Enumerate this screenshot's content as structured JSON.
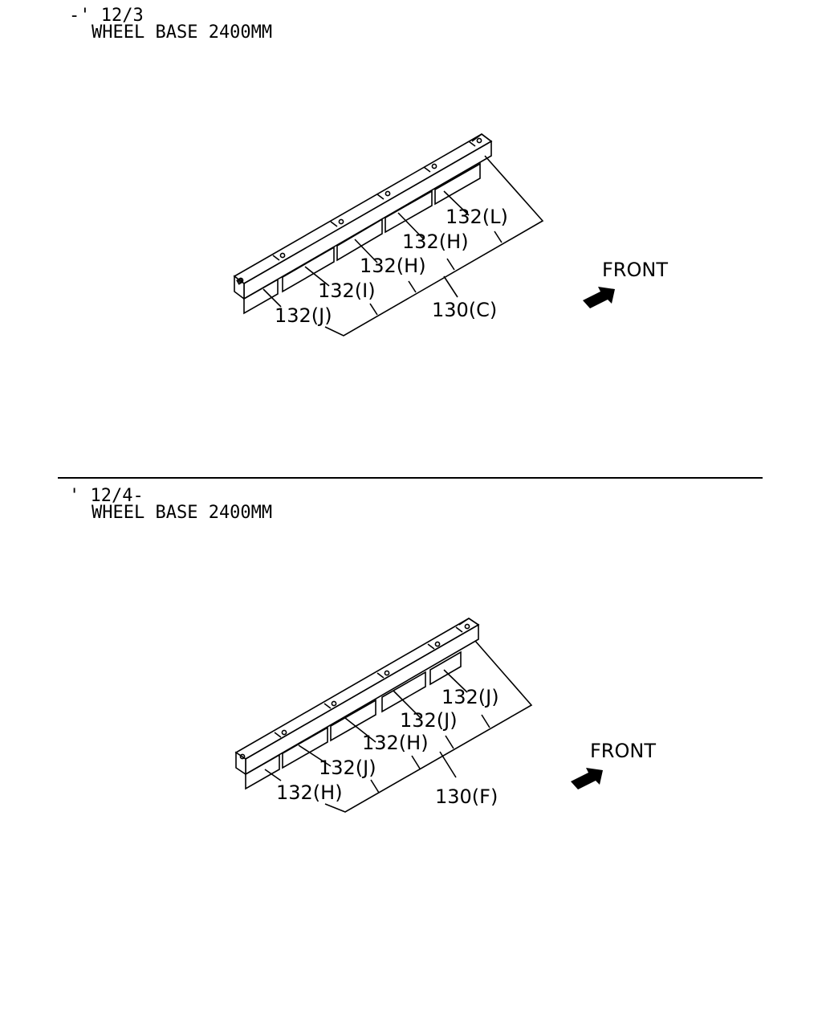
{
  "sections": [
    {
      "range": "-' 12/3",
      "wheelbase": "WHEEL BASE 2400MM",
      "front": "FRONT",
      "labels": [
        "132(L)",
        "132(H)",
        "132(H)",
        "132(I)",
        "132(J)",
        "130(C)"
      ]
    },
    {
      "range": "' 12/4-",
      "wheelbase": "WHEEL BASE 2400MM",
      "front": "FRONT",
      "labels": [
        "132(J)",
        "132(J)",
        "132(H)",
        "132(J)",
        "132(H)",
        "130(F)"
      ]
    }
  ]
}
